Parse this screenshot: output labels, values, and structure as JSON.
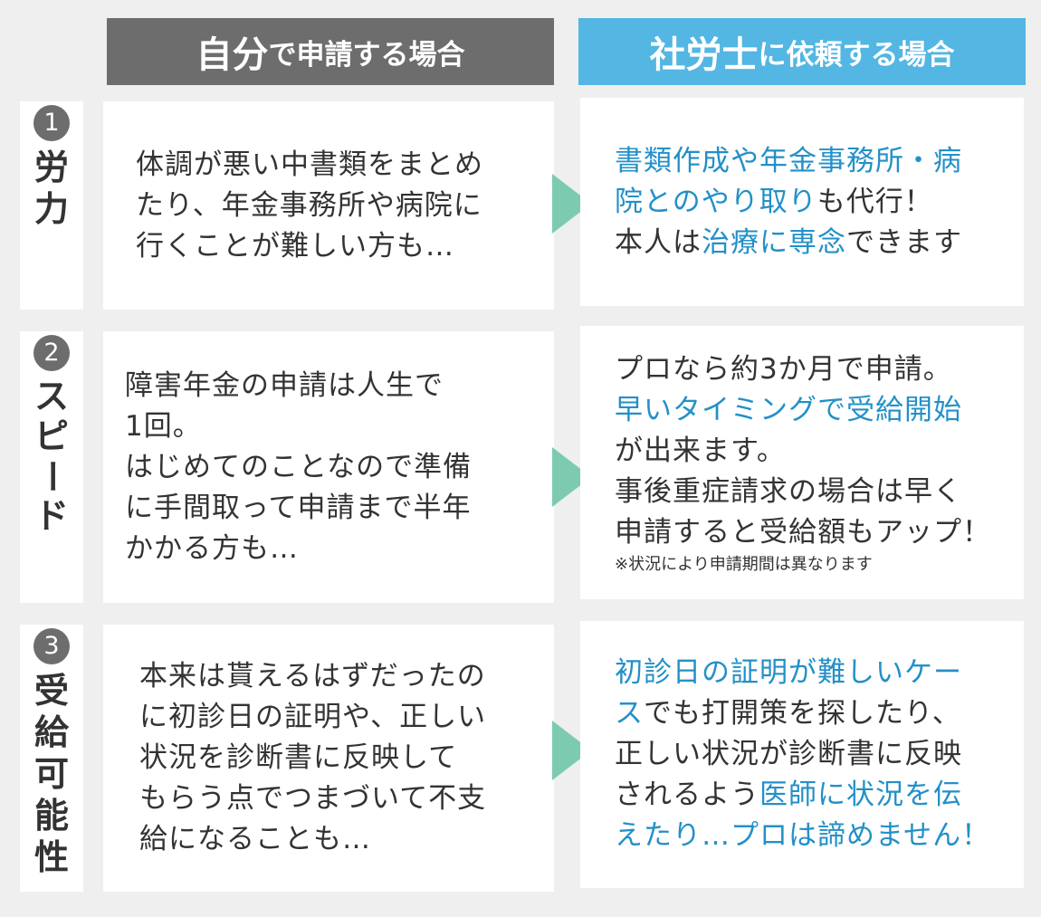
{
  "header": {
    "self": {
      "big": "自分",
      "small": "で申請する場合"
    },
    "sharoushi": {
      "big": "社労士",
      "small": "に依頼する場合"
    }
  },
  "rows": [
    {
      "number": "1",
      "label": [
        "労",
        "力"
      ],
      "self_text": [
        "体調が悪い中書類をまとめ",
        "たり、年金事務所や病院に",
        "行くことが難しい方も…"
      ],
      "sr_line1": "書類作成や年金事務所・病",
      "sr_line2_hl": "院とのやり取り",
      "sr_line2_rest": "も代行！",
      "sr_line3_a": "本人は",
      "sr_line3_hl": "治療に専念",
      "sr_line3_b": "できます"
    },
    {
      "number": "2",
      "label": [
        "ス",
        "ピ",
        "ー",
        "ド"
      ],
      "self_text": [
        "障害年金の申請は人生で",
        "1回。",
        "はじめてのことなので準備",
        "に手間取って申請まで半年",
        "かかる方も…"
      ],
      "sr_line1": "プロなら約3か月で申請。",
      "sr_line2_hl": "早いタイミングで受給開始",
      "sr_line3": "が出来ます。",
      "sr_line4": "事後重症請求の場合は早く",
      "sr_line5": "申請すると受給額もアップ！",
      "sr_note": "※状況により申請期間は異なります"
    },
    {
      "number": "3",
      "label": [
        "受",
        "給",
        "可",
        "能",
        "性"
      ],
      "self_text": [
        "本来は貰えるはずだったの",
        "に初診日の証明や、正しい",
        "状況を診断書に反映して",
        "もらう点でつまづいて不支",
        "給になることも…"
      ],
      "sr_line1_hl": "初診日の証明が難しいケー",
      "sr_line2_hl": "ス",
      "sr_line2_rest": "でも打開策を探したり、",
      "sr_line3": "正しい状況が診断書に反映",
      "sr_line4_a": "されるよう",
      "sr_line4_hl": "医師に状況を伝",
      "sr_line5_hl": "えたり…プロは諦めません！"
    }
  ],
  "colors": {
    "header_self": "#6d6d6d",
    "header_sharoushi": "#53b6e3",
    "highlight": "#2390c8",
    "arrow": "#7ccbb0",
    "background": "#efefef"
  }
}
